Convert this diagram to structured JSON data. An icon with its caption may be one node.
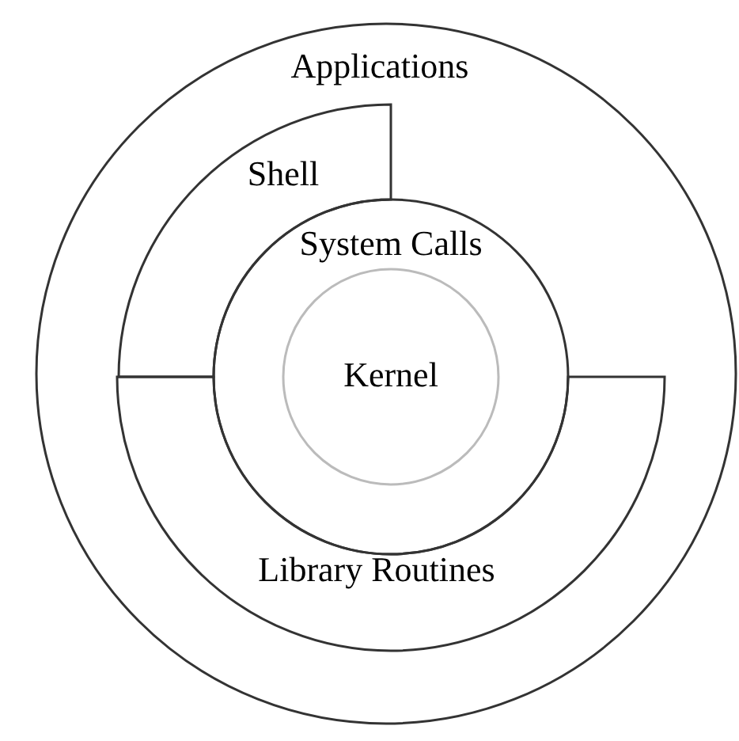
{
  "diagram": {
    "nodes": [
      {
        "text": [
          "Applications"
        ]
      },
      {
        "text": [
          "Shell"
        ],
        "in": 0
      },
      {
        "text": [
          "Library Routines"
        ],
        "in": 0
      },
      {
        "text": [
          "System Calls"
        ],
        "in": 0
      },
      {
        "text": [
          "Kernel"
        ],
        "in": 3
      }
    ]
  }
}
